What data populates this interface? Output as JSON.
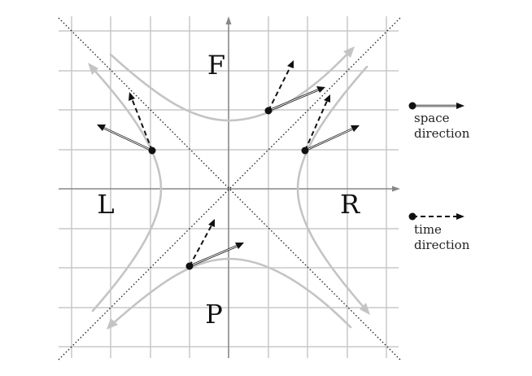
{
  "regions": {
    "future": "F",
    "past": "P",
    "left": "L",
    "right": "R"
  },
  "legend": {
    "space": {
      "line1": "space",
      "line2": "direction"
    },
    "time": {
      "line1": "time",
      "line2": "direction"
    }
  },
  "colors": {
    "grid": "#c8c8c8",
    "axis": "#888888",
    "hyperbola": "#c4c4c4",
    "vector": "#111111",
    "lightcone": "#222222"
  }
}
